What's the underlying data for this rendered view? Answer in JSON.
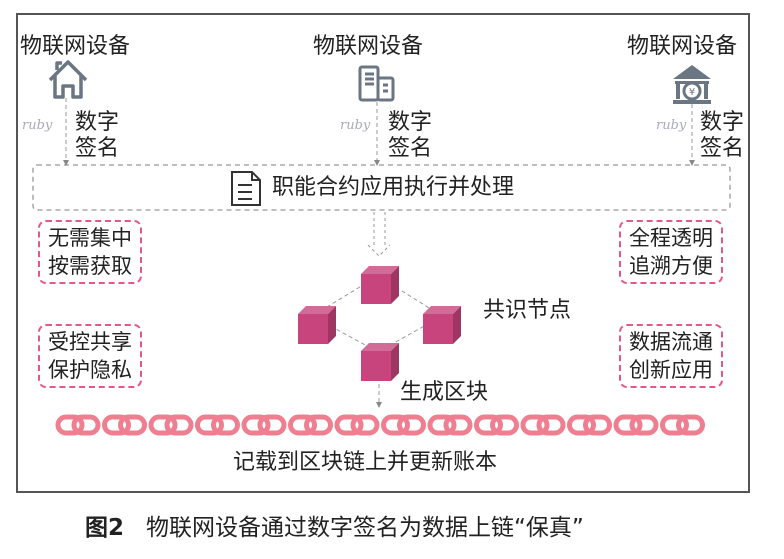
{
  "devices": [
    {
      "label": "物联网设备",
      "icon": "house-icon",
      "sign": [
        "数字",
        "签名"
      ],
      "signature": "ruby"
    },
    {
      "label": "物联网设备",
      "icon": "building-icon",
      "sign": [
        "数字",
        "签名"
      ],
      "signature": "ruby"
    },
    {
      "label": "物联网设备",
      "icon": "bank-icon",
      "sign": [
        "数字",
        "签名"
      ],
      "signature": "ruby"
    }
  ],
  "contract": {
    "label": "职能合约应用执行并处理",
    "icon": "document-icon"
  },
  "features_left": [
    [
      "无需集中",
      "按需获取"
    ],
    [
      "受控共享",
      "保护隐私"
    ]
  ],
  "features_right": [
    [
      "全程透明",
      "追溯方便"
    ],
    [
      "数据流通",
      "创新应用"
    ]
  ],
  "consensus_label": "共识节点",
  "generate_label": "生成区块",
  "ledger_label": "记载到区块链上并更新账本",
  "caption": {
    "number": "图2",
    "text": "物联网设备通过数字签名为数据上链“保真”"
  },
  "colors": {
    "cube": "#c8447c",
    "chain": "#ef7f90",
    "box_border": "#e4578a",
    "icon": "#6b7683"
  }
}
